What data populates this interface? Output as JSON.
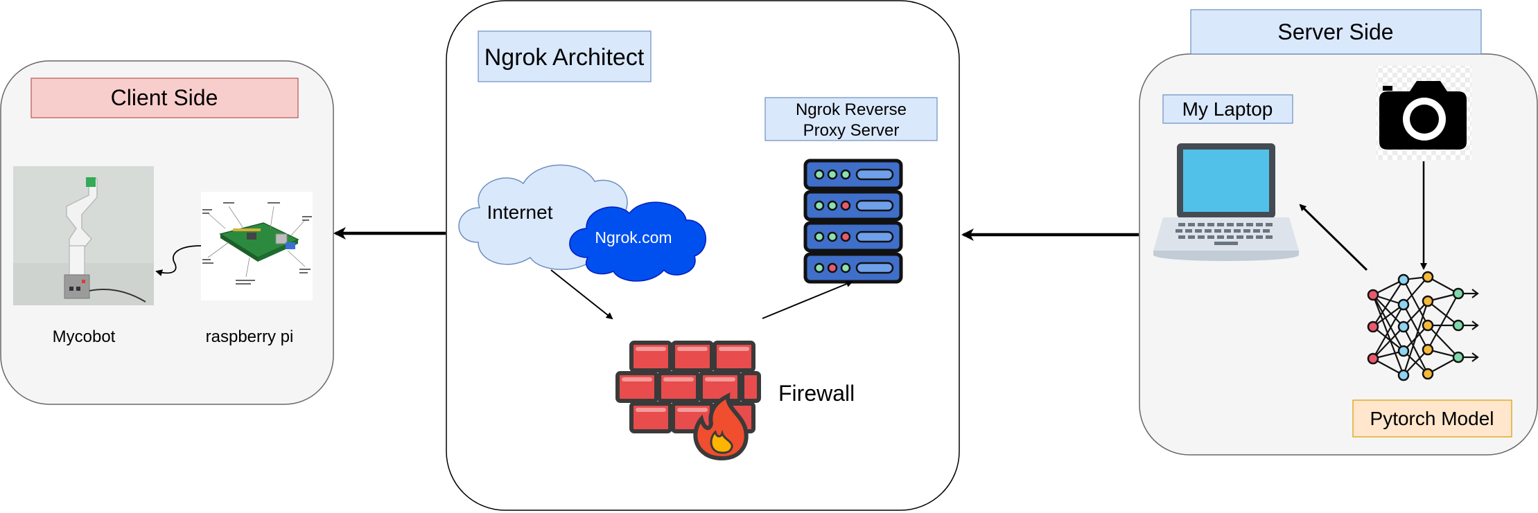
{
  "client": {
    "title": "Client Side",
    "mycobot_label": "Mycobot",
    "raspberry_label": "raspberry pi"
  },
  "ngrok": {
    "title": "Ngrok Architect",
    "proxy_line1": "Ngrok Reverse",
    "proxy_line2": "Proxy Server",
    "internet_label": "Internet",
    "ngrok_com_label": "Ngrok.com",
    "firewall_label": "Firewall"
  },
  "server": {
    "title": "Server Side",
    "laptop_label": "My Laptop",
    "model_label": "Pytorch Model"
  },
  "colors": {
    "client_title_bg": "#f8cecc",
    "blue_label_bg": "#dae8fc",
    "model_label_bg": "#ffe6cc",
    "panel_bg": "#f5f5f5",
    "cloud_light": "#dae8fc",
    "cloud_dark": "#0050ef",
    "server_rack": "#3f6fc9",
    "brick": "#e84c4c",
    "laptop_screen": "#51c1ea"
  }
}
